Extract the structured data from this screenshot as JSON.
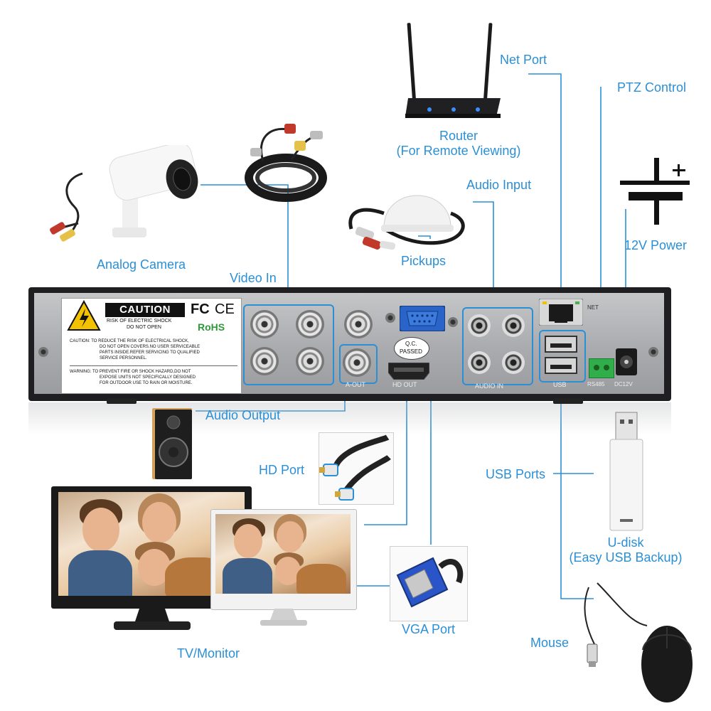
{
  "labels": {
    "net_port": "Net Port",
    "ptz_control": "PTZ Control",
    "router": "Router",
    "router_sub": "(For Remote Viewing)",
    "audio_input": "Audio Input",
    "power": "12V Power",
    "analog_camera": "Analog Camera",
    "video_in": "Video In",
    "pickups": "Pickups",
    "audio_output": "Audio Output",
    "hd_port": "HD Port",
    "usb_ports": "USB Ports",
    "udisk": "U-disk",
    "udisk_sub": "(Easy USB Backup)",
    "vga_port": "VGA Port",
    "mouse": "Mouse",
    "tv_monitor": "TV/Monitor"
  },
  "dvr_panel": {
    "caution": "CAUTION",
    "shock_line1": "RISK OF ELECTRIC SHOCK",
    "shock_line2": "DO NOT OPEN",
    "fcc": "FC",
    "ce": "CE",
    "rohs": "RoHS",
    "caution_text": [
      "CAUTION: TO REDUCE THE RISK OF ELECTRICAL SHOCK,",
      "DO NOT OPEN COVERS.NO USER SERVICEABLE",
      "PARTS INSIDE.REFER SERVICING TO QUALIFIED",
      "SERVICE PERSONNEL."
    ],
    "warning_text": [
      "WARNING: TO PREVENT FIRE OR SHOCK HAZARD,DO NOT",
      "EXPOSE UNITS NOT SPECIFICALLY DESIGNED",
      "FOR OUTDOOR USE TO RAIN OR MOISTURE."
    ],
    "qc_line1": "Q.C.",
    "qc_line2": "PASSED",
    "a_out": "A-OUT",
    "hd_out": "HD OUT",
    "audio_in": "AUDIO IN",
    "usb": "USB",
    "net": "NET",
    "rs485": "RS485",
    "dc": "DC12V"
  },
  "accent_color": "#2b8fd6"
}
